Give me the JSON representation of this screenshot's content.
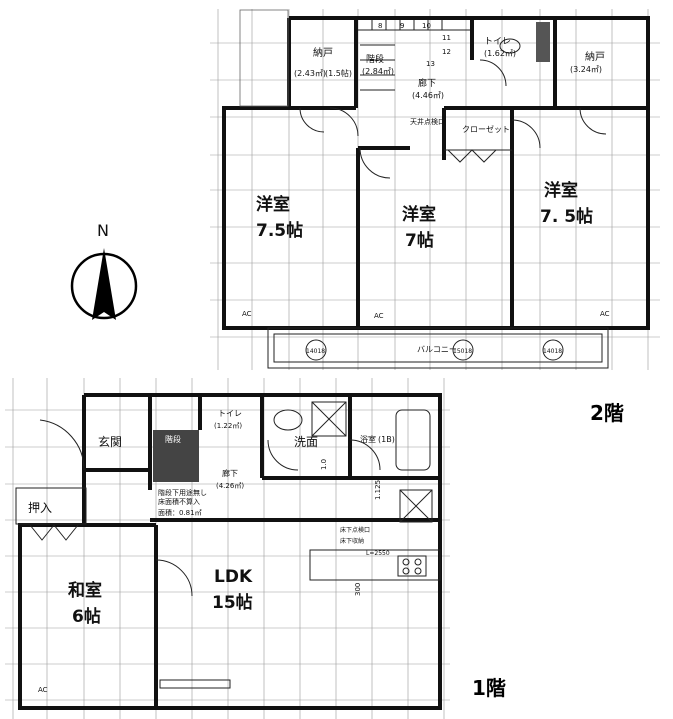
{
  "compass": {
    "north_label": "N"
  },
  "floor2": {
    "label": "2階",
    "rooms": {
      "nando_left": {
        "name": "納戸",
        "area": "(2.43㎡)",
        "area2": "(1.5帖)"
      },
      "stairs": {
        "name": "階段",
        "area": "(2.84㎡)"
      },
      "toilet": {
        "name": "トイレ",
        "area": "(1.62㎡)"
      },
      "nando_right": {
        "name": "納戸",
        "area": "(3.24㎡)"
      },
      "hall": {
        "name": "廊下",
        "area": "(4.46㎡)"
      },
      "ceiling_hatch": "天井点検口",
      "closet": "クローゼット",
      "western_left": {
        "name": "洋室",
        "size": "7.5帖"
      },
      "western_center": {
        "name": "洋室",
        "size": "7帖"
      },
      "western_right": {
        "name": "洋室",
        "size": "7. 5帖"
      },
      "balcony": "バルコニー",
      "ac_units": [
        "AC",
        "AC",
        "AC"
      ],
      "stair_numbers": [
        "8",
        "9",
        "10",
        "11",
        "12",
        "13"
      ],
      "post_marks": [
        "14018",
        "15018",
        "14018"
      ]
    }
  },
  "floor1": {
    "label": "1階",
    "rooms": {
      "genkan": "玄関",
      "stairs": "階段",
      "toilet": {
        "name": "トイレ",
        "area": "(1.22㎡)"
      },
      "hall": {
        "name": "廊下",
        "area": "(4.26㎡)"
      },
      "senmen": "洗面",
      "bath": {
        "name": "浴室",
        "size": "(1B)"
      },
      "oshiire": "押入",
      "washitsu": {
        "name": "和室",
        "size": "6帖"
      },
      "ldk": {
        "name": "LDK",
        "size": "15帖"
      },
      "under_stair_note": "階段下用途無し",
      "under_stair_note2": "床面積不算入",
      "under_stair_area": "面積：0.81㎡",
      "floor_hatch": "床下点検口",
      "floor_storage": "床下収納",
      "dims": [
        "1.125",
        "1.0",
        "300",
        "L=2550"
      ],
      "ac_units": [
        "AC"
      ]
    }
  }
}
